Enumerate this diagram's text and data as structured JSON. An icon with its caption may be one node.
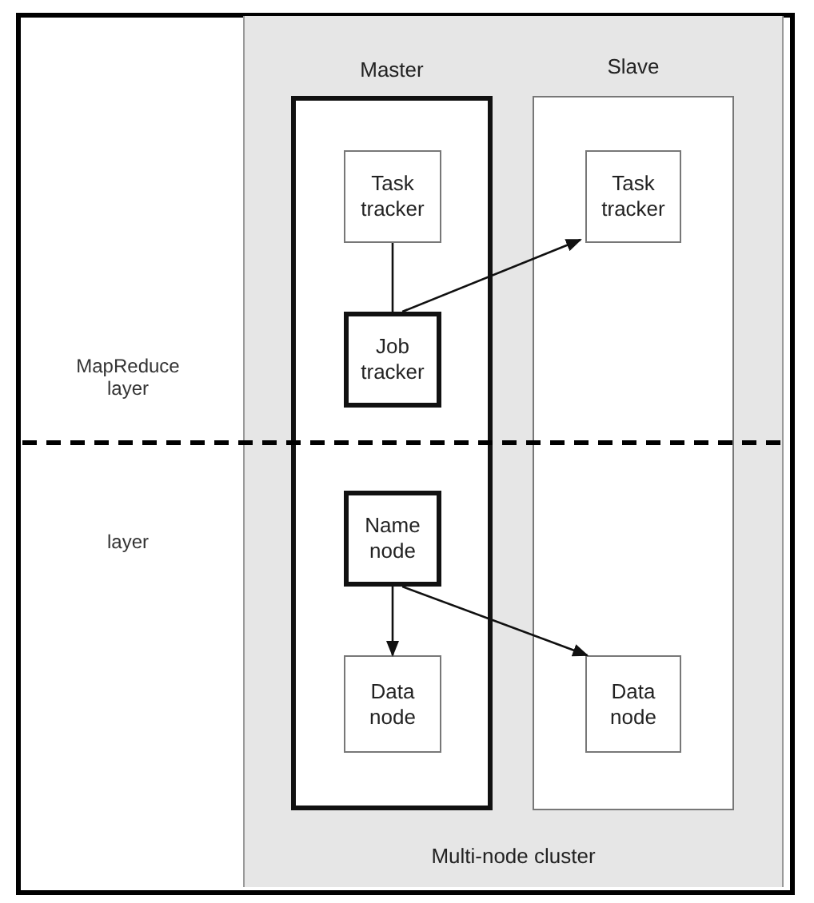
{
  "diagram": {
    "nodes": [
      {
        "text": [
          "Multi-node cluster"
        ]
      },
      {
        "text": [
          "Master"
        ],
        "in": 0
      },
      {
        "text": [
          "Slave"
        ],
        "in": 0
      },
      {
        "text": [
          "Task tracker"
        ],
        "in": 1
      },
      {
        "text": [
          "Job tracker"
        ],
        "in": 1
      },
      {
        "text": [
          "Name node"
        ],
        "in": 1
      },
      {
        "text": [
          "Data node"
        ],
        "in": 1
      },
      {
        "text": [
          "Task tracker"
        ],
        "in": 2
      },
      {
        "text": [
          "Data node"
        ],
        "in": 2
      }
    ],
    "edges": [
      {
        "from": 3,
        "to": 4,
        "arrow": "none"
      },
      {
        "from": 4,
        "to": 7,
        "arrow": "to"
      },
      {
        "from": 5,
        "to": 6,
        "arrow": "to"
      },
      {
        "from": 5,
        "to": 8,
        "arrow": "to"
      }
    ],
    "labels": [
      "MapReduce layer",
      "layer"
    ]
  }
}
